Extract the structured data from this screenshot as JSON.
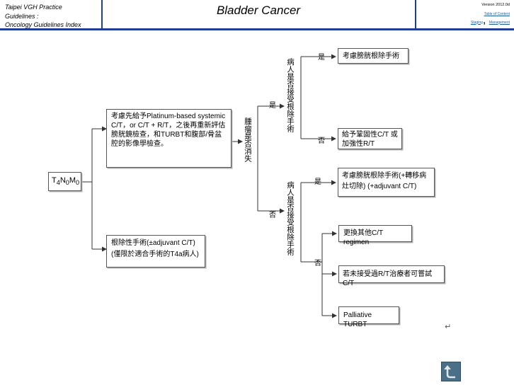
{
  "header": {
    "left_line1": "Taipei VGH Practice",
    "left_line2": "Guidelines :",
    "left_line3": "Oncology Guidelines Index",
    "title": "Bladder Cancer",
    "version": "Version 2012.0d",
    "link1": "Table of Content",
    "link2": "Staging",
    "link3": "Management"
  },
  "chart": {
    "start_box": "T4N0M0",
    "chemo_box": "考慮先給予Platinum-based systemic C/T，or C/T + R/T，之後再重新評估膀胱鏡檢查，和TURBT和腹部/骨盆腔的影像學檢查。",
    "cystectomy_box_line1": "根除性手術(±adjuvant C/T)",
    "cystectomy_box_line2": "(僅限於適合手術的T4a病人)",
    "tumor_disappear_q": "腫瘤是否消失",
    "radical_q_upper": "病人是否接受根除手術",
    "radical_q_lower": "病人是否接受根除手術",
    "yes": "是",
    "no": "否",
    "result_cystectomy": "考慮膀胱根除手術",
    "result_consolidation": "給予鞏固性C/T 或加強性R/T",
    "result_cystectomy_meta_line1": "考慮膀胱根除手術(+轉移病",
    "result_cystectomy_meta_line2": "灶切除) (+adjuvant C/T)",
    "result_change_ct": "更換其他C/T regimen",
    "result_rt_trial": "若未接受過R/T治療者可嘗試C/T",
    "result_palliative": "Palliative TURBT",
    "return_mark": "↵"
  }
}
